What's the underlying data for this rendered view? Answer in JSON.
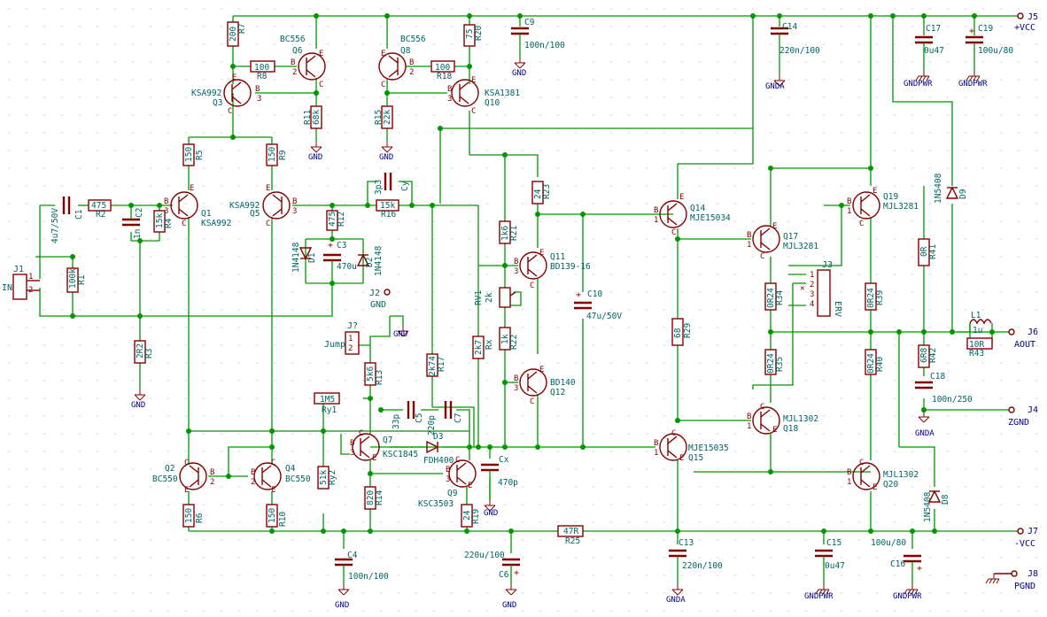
{
  "colors": {
    "background": "#ffffff",
    "grid_dot": "#c8c8c8",
    "wire": "#009600",
    "component": "#840000",
    "pin_text": "#840000",
    "ref_text": "#006464",
    "value_text": "#006464",
    "label_text": "#000084",
    "port_text": "#000084"
  },
  "ports": {
    "j5": {
      "ref": "J5",
      "net": "+VCC"
    },
    "j6": {
      "ref": "J6",
      "net": "AOUT"
    },
    "j4": {
      "ref": "J4",
      "net": "ZGND"
    },
    "j7": {
      "ref": "J7",
      "net": "-VCC"
    },
    "j8": {
      "ref": "J8",
      "net": "PGND"
    },
    "in": {
      "ref": "J1",
      "label": "IN"
    },
    "j2": {
      "ref": "J2",
      "label": "GND"
    }
  },
  "jumper": {
    "ref": "J?",
    "label": "Jump"
  },
  "j3": {
    "ref": "J3",
    "label": "ERV",
    "pins": [
      "1",
      "2",
      "3",
      "4"
    ]
  },
  "transistors": [
    {
      "id": "q3",
      "ref": "Q3",
      "value": "KSA992"
    },
    {
      "id": "q6",
      "ref": "Q6",
      "value": "BC556"
    },
    {
      "id": "q8",
      "ref": "Q8",
      "value": "BC556"
    },
    {
      "id": "q10",
      "ref": "Q10",
      "value": "KSA1381"
    },
    {
      "id": "q1",
      "ref": "Q1",
      "value": "KSA992"
    },
    {
      "id": "q5",
      "ref": "Q5",
      "value": "KSA992"
    },
    {
      "id": "q11",
      "ref": "Q11",
      "value": "BD139-16"
    },
    {
      "id": "q12",
      "ref": "Q12",
      "value": "BD140"
    },
    {
      "id": "q14",
      "ref": "Q14",
      "value": "MJE15034"
    },
    {
      "id": "q17",
      "ref": "Q17",
      "value": "MJL3281"
    },
    {
      "id": "q19",
      "ref": "Q19",
      "value": "MJL3281"
    },
    {
      "id": "q18",
      "ref": "Q18",
      "value": "MJL1302"
    },
    {
      "id": "q20",
      "ref": "Q20",
      "value": "MJL1302"
    },
    {
      "id": "q15",
      "ref": "Q15",
      "value": "MJE15035"
    },
    {
      "id": "q7",
      "ref": "Q7",
      "value": "KSC1845"
    },
    {
      "id": "q9",
      "ref": "Q9",
      "value": "KSC3503"
    },
    {
      "id": "q2",
      "ref": "Q2",
      "value": "BC550"
    },
    {
      "id": "q4",
      "ref": "Q4",
      "value": "BC550"
    }
  ],
  "resistors": [
    {
      "id": "r7",
      "ref": "R7",
      "value": "200"
    },
    {
      "id": "r8",
      "ref": "R8",
      "value": "100"
    },
    {
      "id": "r11",
      "ref": "R11",
      "value": "68k"
    },
    {
      "id": "r20",
      "ref": "R20",
      "value": "75"
    },
    {
      "id": "r18",
      "ref": "R18",
      "value": "100"
    },
    {
      "id": "r15",
      "ref": "R15",
      "value": "22k"
    },
    {
      "id": "r5",
      "ref": "R5",
      "value": "150"
    },
    {
      "id": "r9",
      "ref": "R9",
      "value": "150"
    },
    {
      "id": "r2",
      "ref": "R2",
      "value": "475"
    },
    {
      "id": "r4",
      "ref": "R4",
      "value": "15k"
    },
    {
      "id": "r1",
      "ref": "R1",
      "value": "100k"
    },
    {
      "id": "r3",
      "ref": "R3",
      "value": "2R2"
    },
    {
      "id": "r12",
      "ref": "R12",
      "value": "475"
    },
    {
      "id": "r16",
      "ref": "R16",
      "value": "15k"
    },
    {
      "id": "r23",
      "ref": "R23",
      "value": "24"
    },
    {
      "id": "r21",
      "ref": "R21",
      "value": "1k6"
    },
    {
      "id": "r22",
      "ref": "R22",
      "value": "1k"
    },
    {
      "id": "rx",
      "ref": "Rx",
      "value": "2k7"
    },
    {
      "id": "r17",
      "ref": "R17",
      "value": "2k74"
    },
    {
      "id": "r13",
      "ref": "R13",
      "value": "5k6"
    },
    {
      "id": "ry1",
      "ref": "Ry1",
      "value": "1M5"
    },
    {
      "id": "ry2",
      "ref": "Ry2",
      "value": "51k"
    },
    {
      "id": "r14",
      "ref": "R14",
      "value": "820"
    },
    {
      "id": "r19",
      "ref": "R19",
      "value": "24"
    },
    {
      "id": "r6",
      "ref": "R6",
      "value": "150"
    },
    {
      "id": "r10",
      "ref": "R10",
      "value": "150"
    },
    {
      "id": "r25",
      "ref": "R25",
      "value": "47R"
    },
    {
      "id": "r29",
      "ref": "R29",
      "value": "68"
    },
    {
      "id": "r34",
      "ref": "R34",
      "value": "0R24"
    },
    {
      "id": "r35",
      "ref": "R35",
      "value": "0R24"
    },
    {
      "id": "r39",
      "ref": "R39",
      "value": "0R24"
    },
    {
      "id": "r40",
      "ref": "R40",
      "value": "0R24"
    },
    {
      "id": "r41",
      "ref": "R41",
      "value": "0R"
    },
    {
      "id": "r42",
      "ref": "R42",
      "value": "6R8"
    },
    {
      "id": "r43",
      "ref": "R43",
      "value": "10R"
    }
  ],
  "capacitors": [
    {
      "id": "c9",
      "ref": "C9",
      "value": "100n/100"
    },
    {
      "id": "c14",
      "ref": "C14",
      "value": "220n/100"
    },
    {
      "id": "c17",
      "ref": "C17",
      "value": "0u47"
    },
    {
      "id": "c19",
      "ref": "C19",
      "value": "100u/80"
    },
    {
      "id": "c1",
      "ref": "C1",
      "value": "4u7/50V"
    },
    {
      "id": "c2",
      "ref": "C2",
      "value": "1n"
    },
    {
      "id": "cy",
      "ref": "Cy",
      "value": "3p3"
    },
    {
      "id": "c3",
      "ref": "C3",
      "value": "470u"
    },
    {
      "id": "c10",
      "ref": "C10",
      "value": "47u/50V"
    },
    {
      "id": "c5",
      "ref": "C5",
      "value": "33p"
    },
    {
      "id": "c7",
      "ref": "C7",
      "value": "220p"
    },
    {
      "id": "cx",
      "ref": "Cx",
      "value": "470p"
    },
    {
      "id": "c18",
      "ref": "C18",
      "value": "100n/250"
    },
    {
      "id": "c4",
      "ref": "C4",
      "value": "100n/100"
    },
    {
      "id": "c6",
      "ref": "C6",
      "value": "220u/100"
    },
    {
      "id": "c13",
      "ref": "C13",
      "value": "220n/100"
    },
    {
      "id": "c15",
      "ref": "C15",
      "value": "0u47"
    },
    {
      "id": "c16",
      "ref": "C16",
      "value": "100u/80"
    }
  ],
  "diodes": [
    {
      "id": "d1",
      "ref": "D1",
      "value": "1N4148"
    },
    {
      "id": "d2",
      "ref": "D2",
      "value": "1N4148"
    },
    {
      "id": "d3",
      "ref": "D3",
      "value": "FDH400"
    },
    {
      "id": "d9",
      "ref": "D9",
      "value": "1N5408"
    },
    {
      "id": "d8",
      "ref": "D8",
      "value": "1N5408"
    }
  ],
  "pot": {
    "ref": "RV1",
    "value": "2k"
  },
  "inductor": {
    "ref": "L1",
    "value": "1u"
  },
  "grounds": {
    "gnd": "GND",
    "gnda": "GNDA",
    "gndpwr": "GNDPWR"
  }
}
